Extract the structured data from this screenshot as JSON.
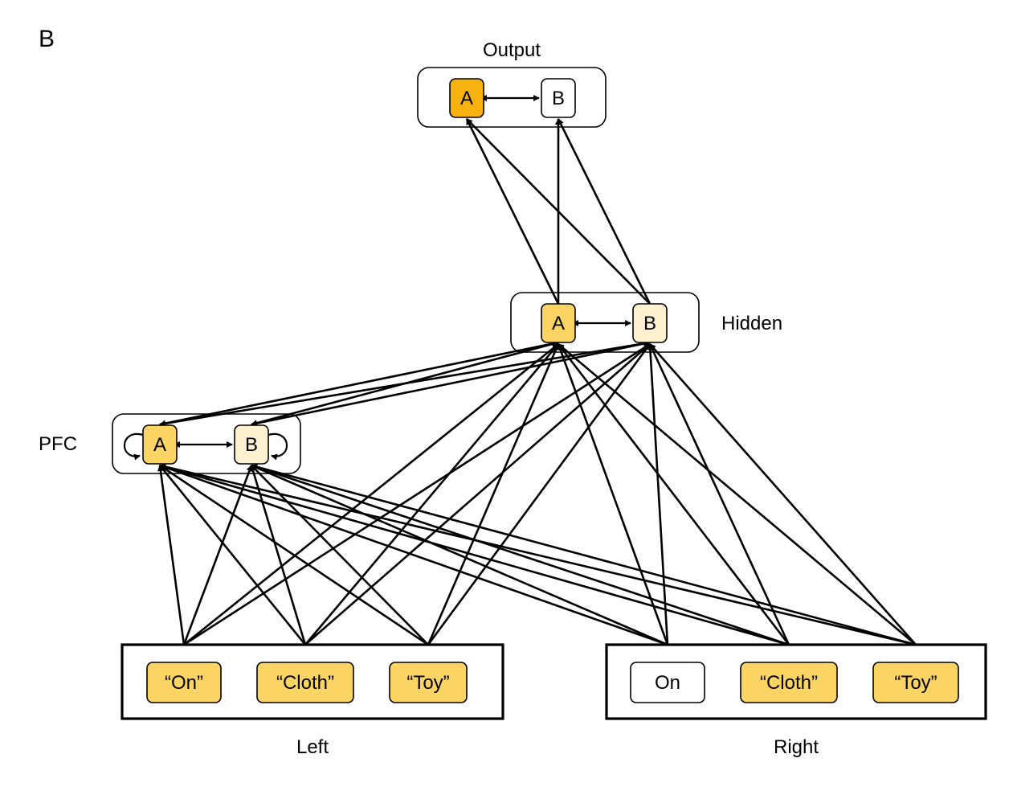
{
  "panel_letter": "B",
  "colors": {
    "active": "#F7B20F",
    "medium": "#FBD464",
    "weak": "#FDF1CF",
    "inactive": "#FFFFFF",
    "stroke": "#000000"
  },
  "groups": {
    "output": {
      "label": "Output",
      "units": [
        {
          "id": "out_a",
          "label": "A",
          "fill": "active"
        },
        {
          "id": "out_b",
          "label": "B",
          "fill": "inactive"
        }
      ]
    },
    "hidden": {
      "label": "Hidden",
      "units": [
        {
          "id": "hid_a",
          "label": "A",
          "fill": "medium"
        },
        {
          "id": "hid_b",
          "label": "B",
          "fill": "weak"
        }
      ]
    },
    "pfc": {
      "label": "PFC",
      "units": [
        {
          "id": "pfc_a",
          "label": "A",
          "fill": "medium"
        },
        {
          "id": "pfc_b",
          "label": "B",
          "fill": "weak"
        }
      ]
    },
    "left": {
      "label": "Left",
      "units": [
        {
          "id": "l_on",
          "label": "“On”",
          "fill": "medium"
        },
        {
          "id": "l_cloth",
          "label": "“Cloth”",
          "fill": "medium"
        },
        {
          "id": "l_toy",
          "label": "“Toy”",
          "fill": "medium"
        }
      ]
    },
    "right": {
      "label": "Right",
      "units": [
        {
          "id": "r_on",
          "label": "On",
          "fill": "inactive"
        },
        {
          "id": "r_cloth",
          "label": "“Cloth”",
          "fill": "medium"
        },
        {
          "id": "r_toy",
          "label": "“Toy”",
          "fill": "medium"
        }
      ]
    }
  }
}
